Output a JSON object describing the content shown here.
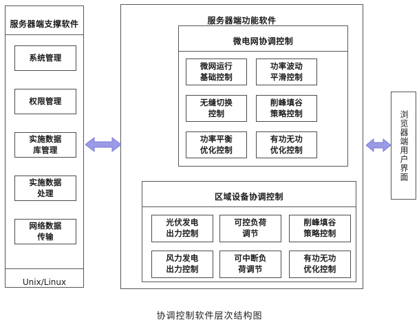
{
  "caption": "协调控制软件层次结构图",
  "colors": {
    "arrow_fill": "#9a9ae6",
    "arrow_stroke": "#7b7bd8",
    "box_border": "#4a4a4a",
    "panel_border": "#555555",
    "background": "#ffffff"
  },
  "left_panel": {
    "title": "服务器端支撑软件",
    "items": [
      {
        "label": "系统管理"
      },
      {
        "label": "权限管理"
      },
      {
        "label": "实施数据\n库管理"
      },
      {
        "label": "实施数据\n处理"
      },
      {
        "label": "网络数据\n传输"
      }
    ],
    "os_label": "Unix/Linux"
  },
  "center_panel": {
    "title": "服务器端功能软件",
    "microgrid": {
      "title": "微电网协调控制",
      "items": [
        {
          "label": "微网运行\n基础控制"
        },
        {
          "label": "功率波动\n平滑控制"
        },
        {
          "label": "无缝切换\n控制"
        },
        {
          "label": "削峰填谷\n策略控制"
        },
        {
          "label": "功率平衡\n优化控制"
        },
        {
          "label": "有功无功\n优化控制"
        }
      ]
    },
    "regional": {
      "title": "区域设备协调控制",
      "items": [
        {
          "label": "光伏发电\n出力控制"
        },
        {
          "label": "可控负荷\n调节"
        },
        {
          "label": "削峰填谷\n策略控制"
        },
        {
          "label": "风力发电\n出力控制"
        },
        {
          "label": "可中断负\n荷调节"
        },
        {
          "label": "有功无功\n优化控制"
        }
      ]
    }
  },
  "right_panel": {
    "label": "浏览器端用户界面"
  },
  "connectors": [
    {
      "name": "left-right-double-arrow"
    },
    {
      "name": "right-left-double-arrow"
    }
  ]
}
